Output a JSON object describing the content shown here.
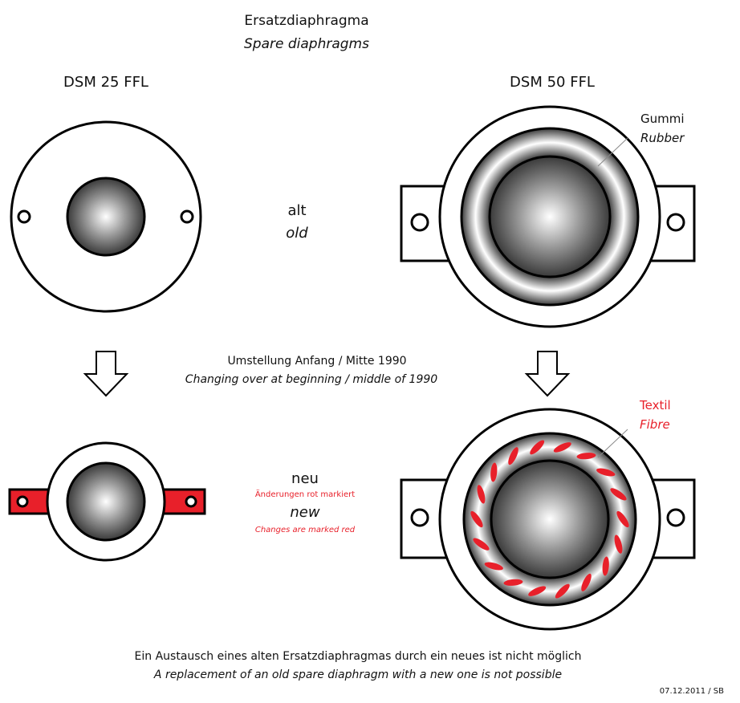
{
  "title": {
    "de": "Ersatzdiaphragma",
    "en": "Spare diaphragms"
  },
  "models": {
    "left": "DSM 25 FFL",
    "right": "DSM 50 FFL"
  },
  "old": {
    "de": "alt",
    "en": "old"
  },
  "rubber": {
    "de": "Gummi",
    "en": "Rubber"
  },
  "changeover": {
    "de": "Umstellung Anfang / Mitte 1990",
    "en": "Changing over at beginning / middle of 1990"
  },
  "new": {
    "de": "neu",
    "note_de": "Änderungen rot markiert",
    "en": "new",
    "note_en": "Changes are marked red"
  },
  "fibre": {
    "de": "Textil",
    "en": "Fibre"
  },
  "footer": {
    "de": "Ein Austausch eines alten Ersatzdiaphragmas durch ein neues ist nicht möglich",
    "en": "A replacement of an old spare diaphragm with a new one is not possible"
  },
  "stamp": "07.12.2011 / SB",
  "colors": {
    "change": "#e8202a"
  },
  "fibre_count": 18
}
